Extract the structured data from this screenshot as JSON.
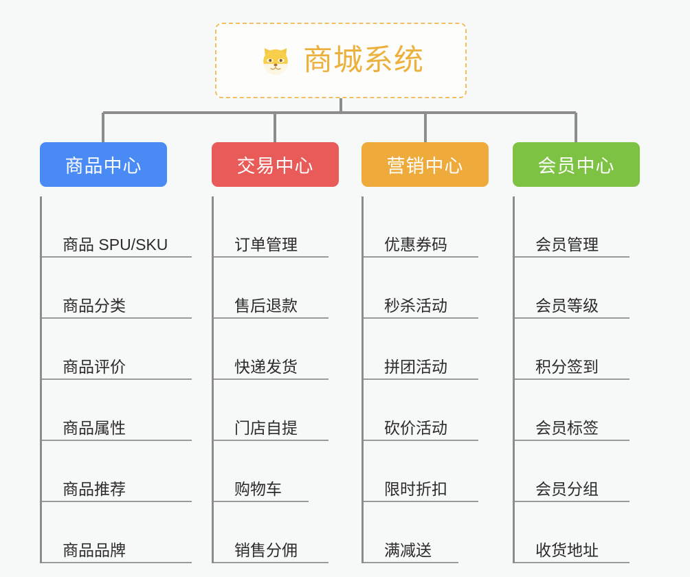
{
  "root": {
    "title": "商城系统",
    "icon": "shiba-dog-face-icon",
    "border_color": "#f0c060",
    "text_color": "#ecb13d",
    "background": "#fdfdfc"
  },
  "canvas": {
    "background": "#f7f8f8",
    "connector_color": "#8c8c8c",
    "rule_color": "#9a9a9a"
  },
  "branches": [
    {
      "label": "商品中心",
      "color": "#4a8af4",
      "items": [
        "商品 SPU/SKU",
        "商品分类",
        "商品评价",
        "商品属性",
        "商品推荐",
        "商品品牌"
      ]
    },
    {
      "label": "交易中心",
      "color": "#e85b58",
      "items": [
        "订单管理",
        "售后退款",
        "快递发货",
        "门店自提",
        "购物车",
        "销售分佣"
      ]
    },
    {
      "label": "营销中心",
      "color": "#eeab3c",
      "items": [
        "优惠券码",
        "秒杀活动",
        "拼团活动",
        "砍价活动",
        "限时折扣",
        "满减送"
      ]
    },
    {
      "label": "会员中心",
      "color": "#7dc242",
      "items": [
        "会员管理",
        "会员等级",
        "积分签到",
        "会员标签",
        "会员分组",
        "收货地址"
      ]
    }
  ]
}
